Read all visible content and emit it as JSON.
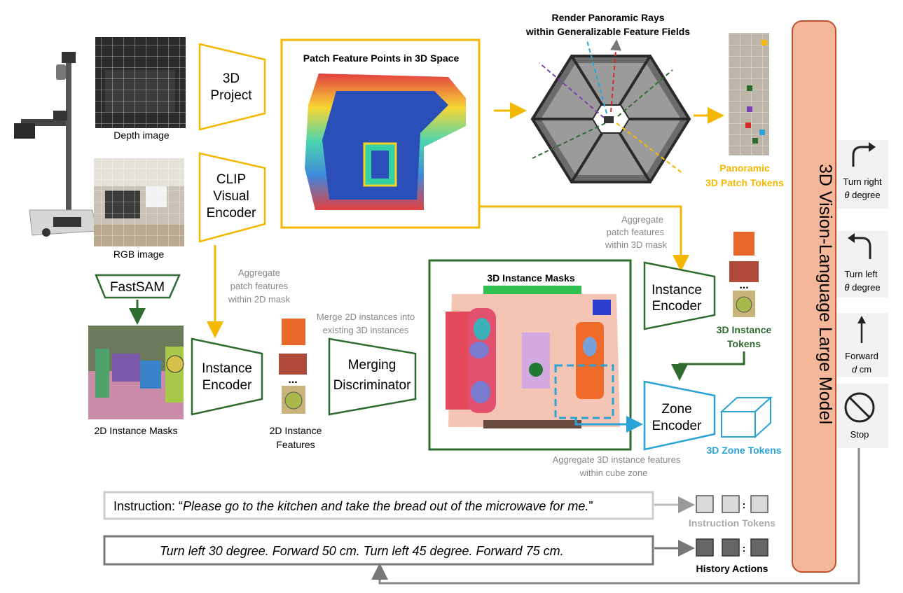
{
  "inputs": {
    "depth_caption": "Depth image",
    "rgb_caption": "RGB image"
  },
  "encoders": {
    "project_3d": [
      "3D",
      "Project"
    ],
    "clip": [
      "CLIP",
      "Visual",
      "Encoder"
    ],
    "fastsam": "FastSAM",
    "instance_encoder_2d": [
      "Instance",
      "Encoder"
    ],
    "merging": [
      "Merging",
      "Discriminator"
    ],
    "instance_encoder_3d": [
      "Instance",
      "Encoder"
    ],
    "zone_encoder": [
      "Zone",
      "Encoder"
    ]
  },
  "captions": {
    "masks_2d": "2D Instance Masks",
    "features_2d": [
      "2D Instance",
      "Features"
    ],
    "patch_points_title": "Patch Feature Points in 3D Space",
    "render_title": [
      "Render Panoramic Rays",
      "within Generalizable Feature Fields"
    ],
    "panoramic_tokens": [
      "Panoramic",
      "3D Patch Tokens"
    ],
    "instance_masks_3d": "3D Instance Masks",
    "instance_tokens_3d": [
      "3D Instance",
      "Tokens"
    ],
    "zone_tokens_3d": "3D Zone Tokens",
    "ellipsis": "..."
  },
  "notes": {
    "aggregate_2d": [
      "Aggregate",
      "patch features",
      "within 2D mask"
    ],
    "merge_2d": [
      "Merge 2D instances into",
      "existing 3D instances"
    ],
    "aggregate_3d_mask": [
      "Aggregate",
      "patch features",
      "within 3D mask"
    ],
    "aggregate_cube": [
      "Aggregate 3D instance features",
      "within cube zone"
    ]
  },
  "instruction": {
    "prefix": "Instruction: “",
    "text": "Please go to the kitchen and take the bread out of the microwave for me.",
    "suffix": "”",
    "tokens_label": "Instruction Tokens"
  },
  "history": {
    "text": "Turn left 30 degree. Forward 50 cm. Turn left 45 degree. Forward 75 cm.",
    "tokens_label": "History Actions"
  },
  "llm": {
    "title": "3D Vision-Language Large Model"
  },
  "actions": [
    {
      "name": "turn-right",
      "line1": "Turn right",
      "sym": "θ",
      "unit": " degree"
    },
    {
      "name": "turn-left",
      "line1": "Turn left",
      "sym": "θ",
      "unit": " degree"
    },
    {
      "name": "forward",
      "line1": "Forward",
      "sym": "d",
      "unit": " cm"
    },
    {
      "name": "stop",
      "line1": "Stop",
      "sym": "",
      "unit": ""
    }
  ],
  "colors": {
    "yellow": "#f5b800",
    "green": "#2e6b2e",
    "blue": "#29a3d6",
    "llm_fill": "#f4b79a",
    "llm_border": "#c0502a",
    "gray": "#888888"
  }
}
